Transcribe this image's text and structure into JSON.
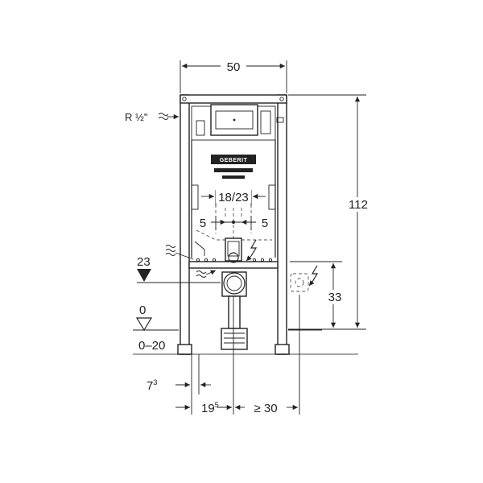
{
  "dimensions": {
    "frame_width": "50",
    "height_total": "112",
    "flush_spacing": "18/23",
    "offset_left": "5",
    "offset_right": "5",
    "drain_height": "23",
    "power_height": "33",
    "floor_level": "0",
    "floor_adjust": "0–20",
    "foot_depth": "7",
    "foot_depth_sup": "3",
    "drain_offset": "19",
    "drain_offset_sup": "5",
    "power_offset": "≥ 30"
  },
  "labels": {
    "water_supply": "R ½\"",
    "brand_logo": "GEBERIT"
  },
  "icons": {
    "water_supply": "water-wave-icon",
    "power": "lightning-icon",
    "drain_marker": "triangle-marker-icon",
    "floor_marker": "floor-triangle-icon"
  }
}
